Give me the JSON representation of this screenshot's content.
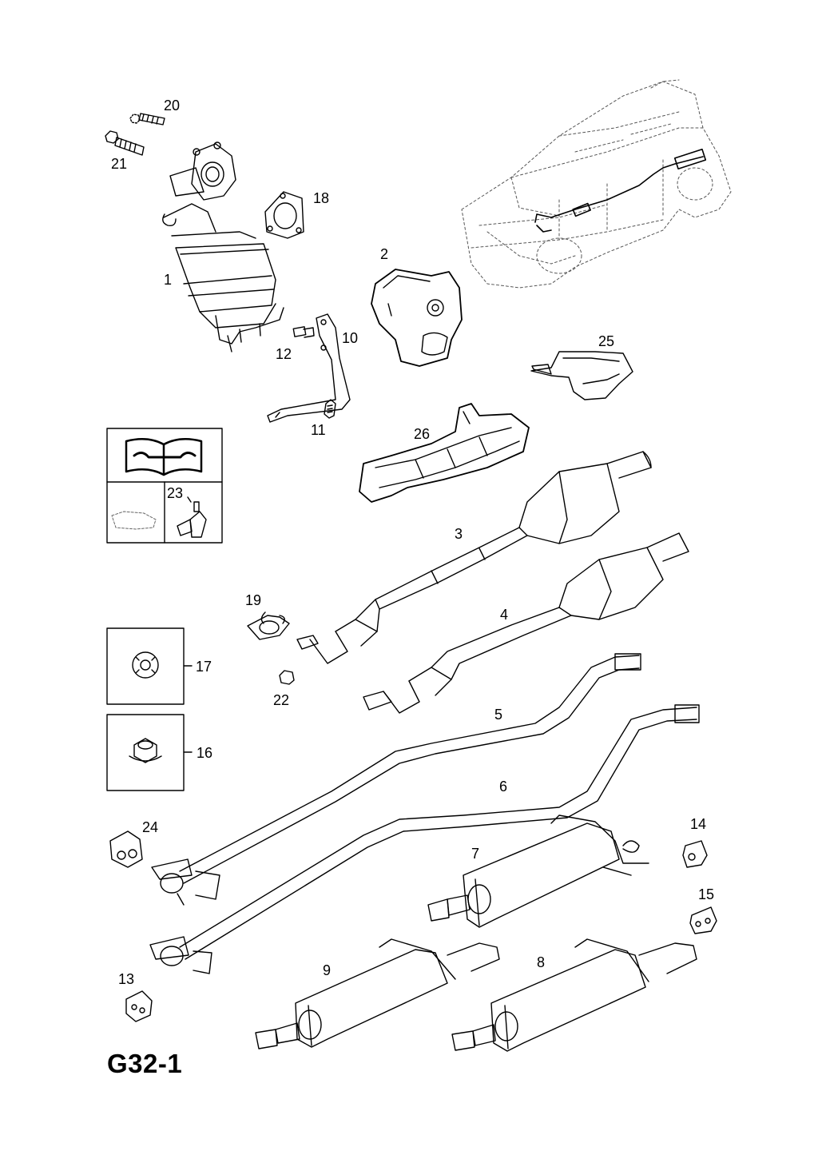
{
  "page_code": "G32-1",
  "callouts": {
    "c1": "1",
    "c2": "2",
    "c3": "3",
    "c4": "4",
    "c5": "5",
    "c6": "6",
    "c7": "7",
    "c8": "8",
    "c9": "9",
    "c10": "10",
    "c11": "11",
    "c12": "12",
    "c13": "13",
    "c14": "14",
    "c15": "15",
    "c16": "16",
    "c17": "17",
    "c18": "18",
    "c19": "19",
    "c20": "20",
    "c21": "21",
    "c22": "22",
    "c23": "23",
    "c24": "24",
    "c25": "25",
    "c26": "26"
  },
  "icons": {
    "manual": "repair-manual-icon",
    "sealant": "sealant-tube-icon",
    "vehicle": "vehicle-location-icon"
  }
}
